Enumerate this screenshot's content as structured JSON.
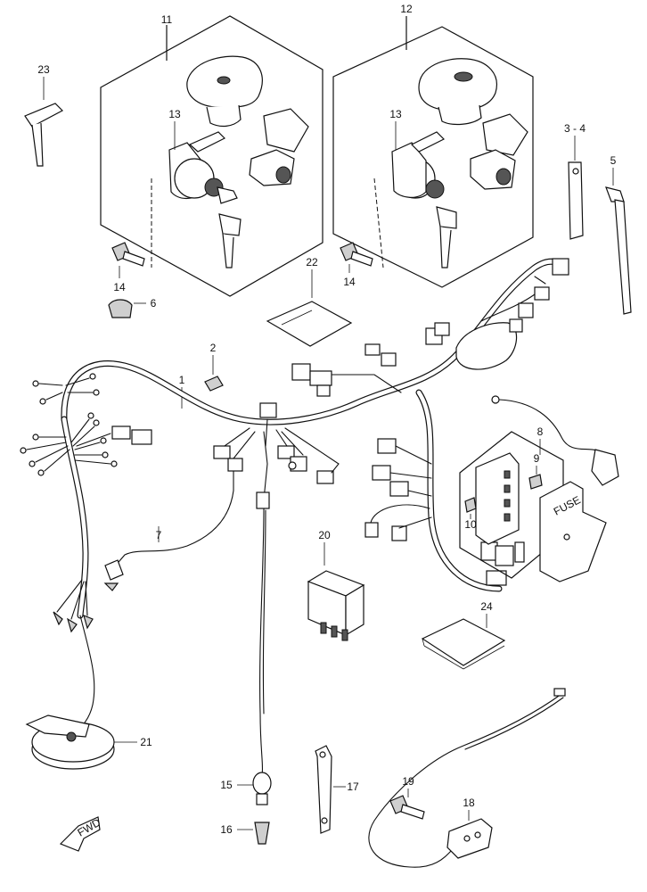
{
  "callouts": {
    "c1": "1",
    "c2": "2",
    "c34": "3 - 4",
    "c5": "5",
    "c6": "6",
    "c7": "7",
    "c8": "8",
    "c9": "9",
    "c10": "10",
    "c11": "11",
    "c12": "12",
    "c13a": "13",
    "c13b": "13",
    "c14a": "14",
    "c14b": "14",
    "c15": "15",
    "c16": "16",
    "c17": "17",
    "c18": "18",
    "c19": "19",
    "c20": "20",
    "c21": "21",
    "c22": "22",
    "c23": "23",
    "c24": "24"
  },
  "fwd_label": "FWD",
  "fuse_box_label": "FUSE"
}
